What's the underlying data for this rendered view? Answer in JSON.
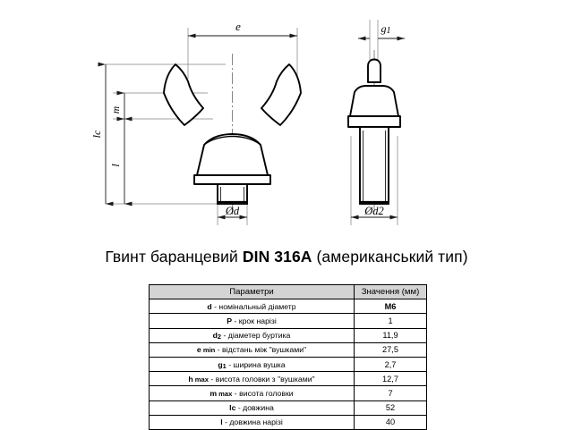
{
  "title": {
    "lead": "Гвинт баранцевий ",
    "standard": "DIN 316A",
    "trail": " (американський тип)"
  },
  "drawing": {
    "labels": {
      "e": "e",
      "g1_letter": "g",
      "g1_digit": "1",
      "lc": "lc",
      "m": "m",
      "l": "l",
      "dia_d": "Ød",
      "dia_d2": "Ød2"
    }
  },
  "table": {
    "headers": {
      "parameter": "Параметри",
      "value": "Значення (мм)"
    },
    "rows": [
      {
        "sym": "d",
        "sub": "",
        "qual": "",
        "desc": " - номінальный діаметр",
        "value": "M6",
        "bold": true
      },
      {
        "sym": "P",
        "sub": "",
        "qual": "",
        "desc": " - крок нарізі",
        "value": "1",
        "bold": false
      },
      {
        "sym": "d",
        "sub": "2",
        "qual": "",
        "desc": " - діаметер буртика",
        "value": "11,9",
        "bold": false
      },
      {
        "sym": "e",
        "sub": "",
        "qual": "min",
        "desc": " - відстань між \"вушками\"",
        "value": "27,5",
        "bold": false
      },
      {
        "sym": "g",
        "sub": "1",
        "qual": "",
        "desc": " - ширина вушка",
        "value": "2,7",
        "bold": false
      },
      {
        "sym": "h",
        "sub": "",
        "qual": "max",
        "desc": " - висота головки з \"вушками\"",
        "value": "12,7",
        "bold": false
      },
      {
        "sym": "m",
        "sub": "",
        "qual": "max",
        "desc": " - висота головки",
        "value": "7",
        "bold": false
      },
      {
        "sym": "lc",
        "sub": "",
        "qual": "",
        "desc": " - довжина",
        "value": "52",
        "bold": false
      },
      {
        "sym": "l",
        "sub": "",
        "qual": "",
        "desc": " - довжина нарізі",
        "value": "40",
        "bold": false
      }
    ]
  }
}
